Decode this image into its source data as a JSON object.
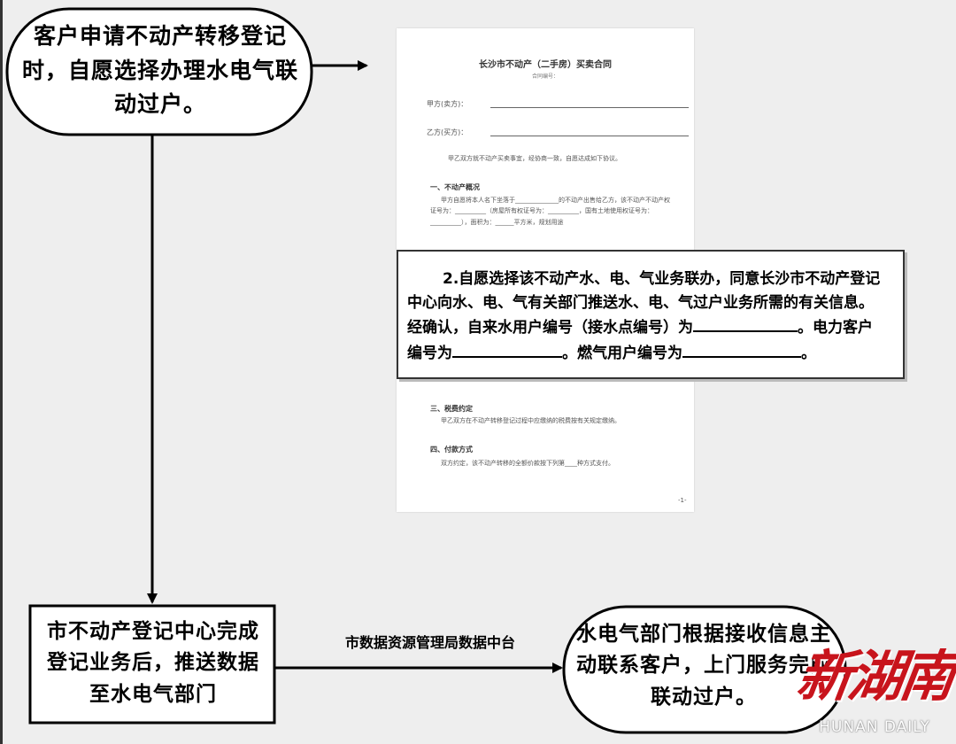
{
  "flow": {
    "start_node": "客户申请不动产转移登记时，自愿选择办理水电气联动过户。",
    "center_node": "市不动产登记中心完成登记业务后，推送数据至水电气部门",
    "end_node": "水电气部门根据接收信息主动联系客户，上门服务完成联动过户。",
    "edge_label": "市数据资源管理局数据中台"
  },
  "contract": {
    "title": "长沙市不动产（二手房）买卖合同",
    "subtitle": "合同编号：",
    "party_a": "甲方(卖方)：",
    "party_b": "乙方(买方)：",
    "intro": "甲乙双方就不动产买卖事宜，经协商一致，自愿达成如下协议。",
    "section1_title": "一、不动产概况",
    "section1_body": "甲方自愿将本人名下坐落于______________的不动产出售给乙方，该不动产不动产权证号为：__________（房屋所有权证号为：__________，国有土地使用权证号为：__________），面积为：______平方米，规划用途",
    "section3_title": "三、税费约定",
    "section3_body": "甲乙双方在不动产转移登记过程中应缴纳的税费按有关规定缴纳。",
    "section4_title": "四、付款方式",
    "section4_body": "双方约定，该不动产转移的全额价款按下列第____种方式支付。",
    "page_number": "-1-"
  },
  "clause": {
    "part1": "2.自愿选择该不动产水、电、气业务联办，同意长沙市不动产登记中心向水、电、气有关部门推送水、电、气过户业务所需的有关信息。经确认，自来水用户编号（接水点编号）为",
    "part2": "。电力客户编号为",
    "part3": "。燃气用户编号为",
    "part4": "。"
  },
  "logo": {
    "name": "新湖南",
    "sub": "HUNAN DAILY"
  },
  "colors": {
    "background": "#eeeeee",
    "stroke": "#000000",
    "logo_red": "#c8141c"
  }
}
